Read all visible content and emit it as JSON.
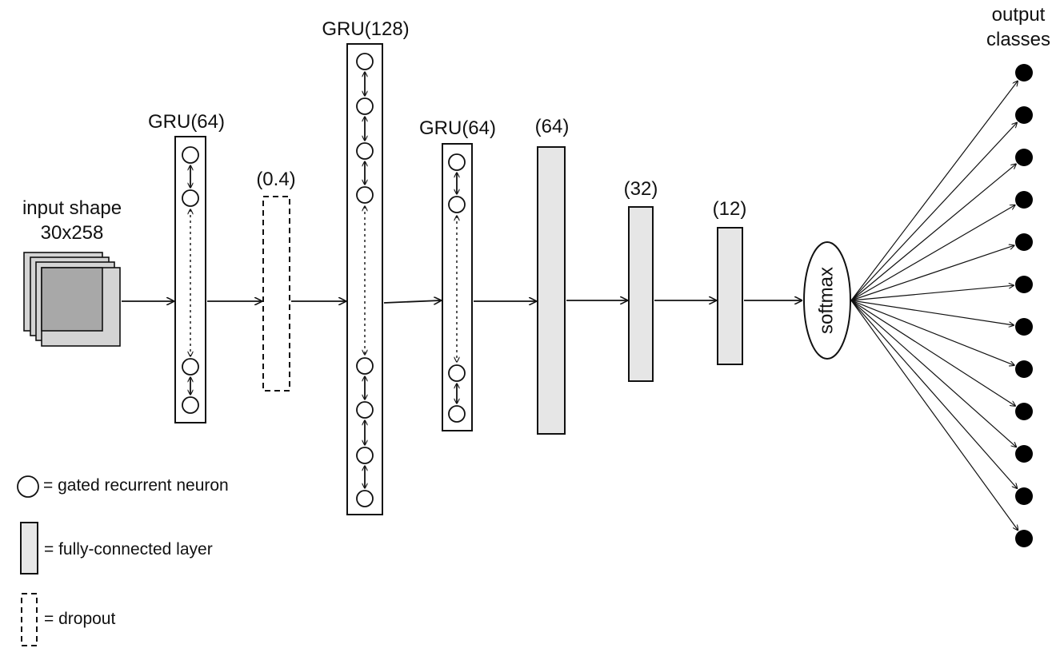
{
  "labels": {
    "input": [
      "input shape",
      "30x258"
    ],
    "gru1": "GRU(64)",
    "dropout": "(0.4)",
    "gru2": "GRU(128)",
    "gru3": "GRU(64)",
    "fc1": "(64)",
    "fc2": "(32)",
    "fc3": "(12)",
    "softmax": "softmax",
    "output": [
      "output",
      "classes"
    ]
  },
  "legend": {
    "neuron": "= gated recurrent neuron",
    "fc": "= fully-connected layer",
    "dropout": "= dropout"
  },
  "output_classes_count": 12,
  "colors": {
    "fc_fill": "#e6e6e6",
    "input_back": "#d4d4d4",
    "input_front": "#a8a8a8",
    "line": "#111111"
  }
}
